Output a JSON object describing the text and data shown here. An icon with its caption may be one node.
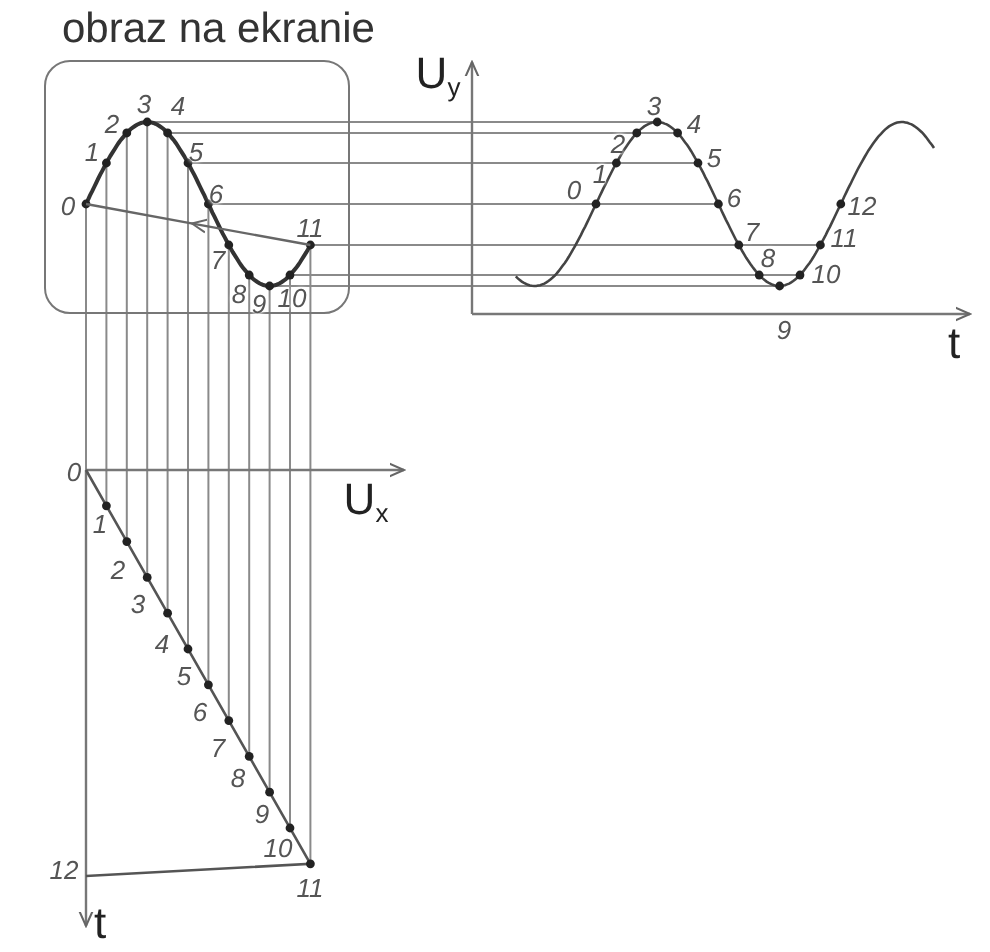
{
  "diagram": {
    "nodes": [
      {
        "text": [
          "obraz na ekranie"
        ]
      }
    ],
    "labels": [
      "U$_{y}$",
      "0",
      "1",
      "2",
      "3",
      "4",
      "5",
      "6",
      "7",
      "8",
      "9",
      "10",
      "11",
      "0",
      "1",
      "2",
      "3",
      "4",
      "5",
      "6",
      "7",
      "8",
      "9",
      "10",
      "11",
      "12",
      "t",
      "U$_{x}$",
      "0",
      "1",
      "2",
      "3",
      "4",
      "5",
      "6",
      "7",
      "8",
      "9",
      "10",
      "11",
      "12",
      "t"
    ]
  }
}
